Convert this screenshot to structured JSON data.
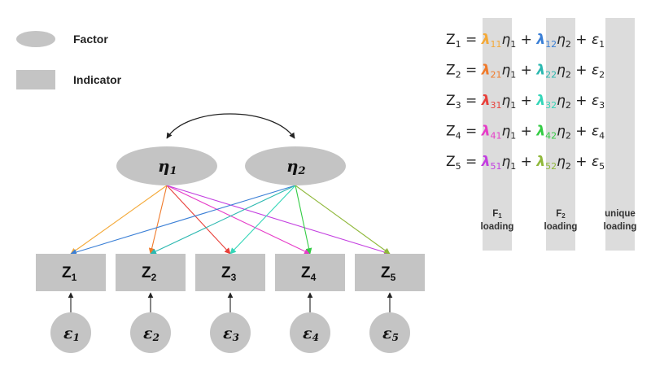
{
  "legend": [
    {
      "shape": "ellipse",
      "label": "Factor"
    },
    {
      "shape": "rect",
      "label": "Indicator"
    }
  ],
  "factors": [
    {
      "symbol": "η",
      "sub": "1"
    },
    {
      "symbol": "η",
      "sub": "2"
    }
  ],
  "indicators": [
    {
      "symbol": "Z",
      "sub": "1"
    },
    {
      "symbol": "Z",
      "sub": "2"
    },
    {
      "symbol": "Z",
      "sub": "3"
    },
    {
      "symbol": "Z",
      "sub": "4"
    },
    {
      "symbol": "Z",
      "sub": "5"
    }
  ],
  "errors": [
    {
      "symbol": "ε",
      "sub": "1"
    },
    {
      "symbol": "ε",
      "sub": "2"
    },
    {
      "symbol": "ε",
      "sub": "3"
    },
    {
      "symbol": "ε",
      "sub": "4"
    },
    {
      "symbol": "ε",
      "sub": "5"
    }
  ],
  "loadings": [
    {
      "from": 0,
      "to": 0,
      "color": "#f4a938"
    },
    {
      "from": 0,
      "to": 1,
      "color": "#f07a2a"
    },
    {
      "from": 0,
      "to": 2,
      "color": "#e8403a"
    },
    {
      "from": 0,
      "to": 3,
      "color": "#e63cc8"
    },
    {
      "from": 0,
      "to": 4,
      "color": "#c33ee0"
    },
    {
      "from": 1,
      "to": 0,
      "color": "#3a7fd6"
    },
    {
      "from": 1,
      "to": 1,
      "color": "#2bb8b0"
    },
    {
      "from": 1,
      "to": 2,
      "color": "#34d6b8"
    },
    {
      "from": 1,
      "to": 3,
      "color": "#33cc44"
    },
    {
      "from": 1,
      "to": 4,
      "color": "#8fb83a"
    }
  ],
  "equations": [
    {
      "lhs": "Z",
      "lhs_sub": "1",
      "l1": "λ",
      "l1_sub": "11",
      "l1_color": "#f4a938",
      "l2": "λ",
      "l2_sub": "12",
      "l2_color": "#3a7fd6",
      "eps_sub": "1"
    },
    {
      "lhs": "Z",
      "lhs_sub": "2",
      "l1": "λ",
      "l1_sub": "21",
      "l1_color": "#f07a2a",
      "l2": "λ",
      "l2_sub": "22",
      "l2_color": "#2bb8b0",
      "eps_sub": "2"
    },
    {
      "lhs": "Z",
      "lhs_sub": "3",
      "l1": "λ",
      "l1_sub": "31",
      "l1_color": "#e8403a",
      "l2": "λ",
      "l2_sub": "32",
      "l2_color": "#34d6b8",
      "eps_sub": "3"
    },
    {
      "lhs": "Z",
      "lhs_sub": "4",
      "l1": "λ",
      "l1_sub": "41",
      "l1_color": "#e63cc8",
      "l2": "λ",
      "l2_sub": "42",
      "l2_color": "#33cc44",
      "eps_sub": "4"
    },
    {
      "lhs": "Z",
      "lhs_sub": "5",
      "l1": "λ",
      "l1_sub": "51",
      "l1_color": "#c33ee0",
      "l2": "λ",
      "l2_sub": "52",
      "l2_color": "#8fb83a",
      "eps_sub": "5"
    }
  ],
  "eq_tokens": {
    "equals": "=",
    "plus": "+",
    "eta": "η",
    "eta1_sub": "1",
    "eta2_sub": "2",
    "epsilon": "ε"
  },
  "columns": [
    {
      "line1": "F",
      "line1_sub": "1",
      "line2": "loading"
    },
    {
      "line1": "F",
      "line1_sub": "2",
      "line2": "loading"
    },
    {
      "line1": "unique",
      "line1_sub": "",
      "line2": "loading"
    }
  ],
  "colors": {
    "node_fill": "#c4c4c4",
    "column_fill": "#dcdcdc",
    "text": "#111111"
  }
}
